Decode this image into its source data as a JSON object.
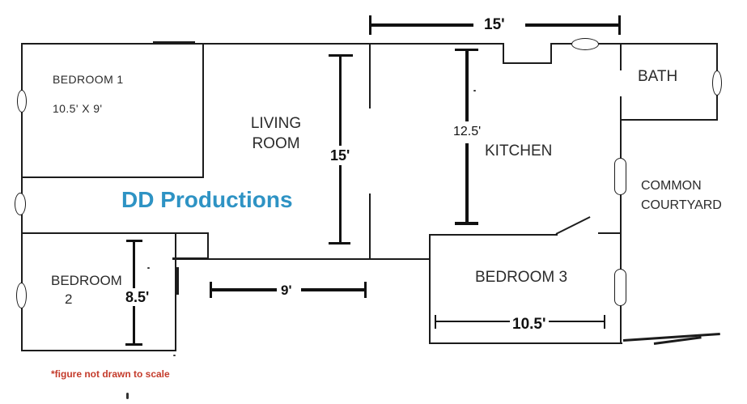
{
  "diagram": {
    "title_watermark": {
      "text": "DD Productions",
      "color": "#2E93C4"
    },
    "note": {
      "text": "*figure not drawn to scale",
      "color": "#C43B2B"
    },
    "rooms": {
      "bedroom1": {
        "name": "BEDROOM 1",
        "size": "10.5' X 9'"
      },
      "living": {
        "line1": "LIVING",
        "line2": "ROOM"
      },
      "kitchen": {
        "name": "KITCHEN"
      },
      "bath": {
        "name": "BATH"
      },
      "bedroom2": {
        "line1": "BEDROOM",
        "line2": "2"
      },
      "bedroom3": {
        "name": "BEDROOM 3"
      },
      "courtyard": {
        "line1": "COMMON",
        "line2": "COURTYARD"
      }
    },
    "dimensions": {
      "top_width": "15'",
      "living_height": "15'",
      "kitchen_height": "12.5'",
      "bedroom2_height": "8.5'",
      "hall_width": "9'",
      "bedroom3_width": "10.5'"
    },
    "wall_color": "#1c1c1c"
  }
}
